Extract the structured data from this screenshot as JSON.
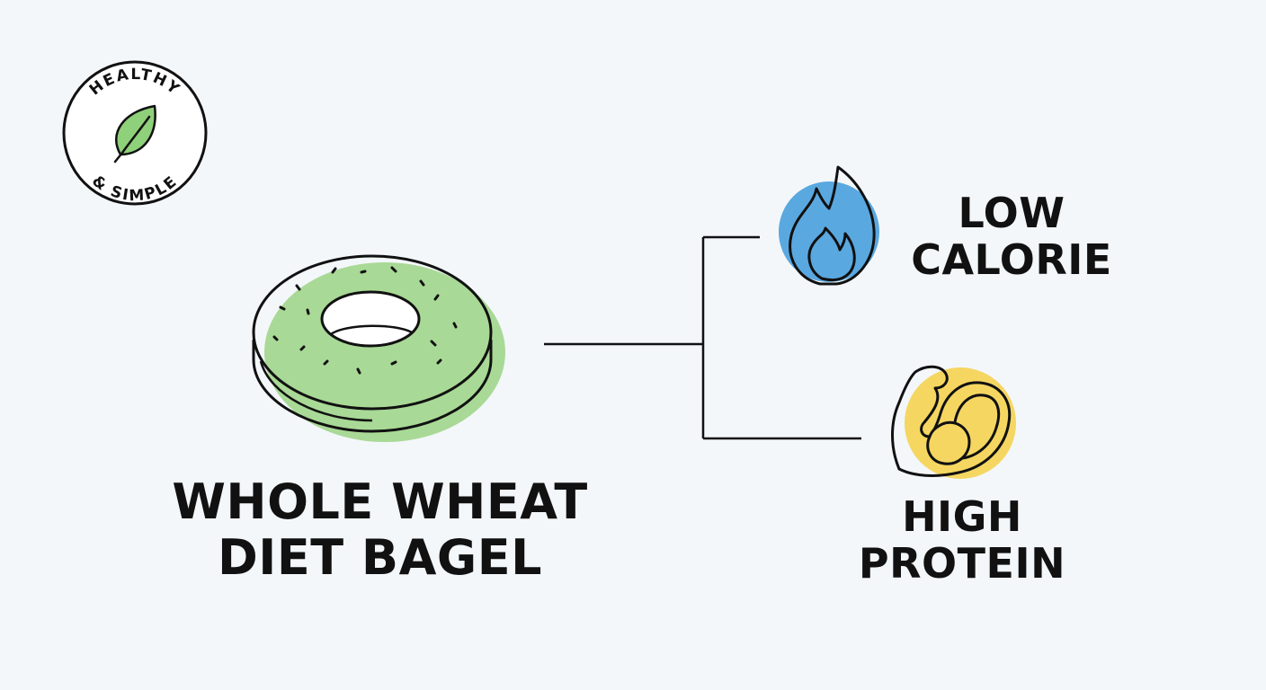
{
  "badge": {
    "top_text": "HEALTHY",
    "bottom_text": "& SIMPLE",
    "icon": "leaf-icon",
    "accent_color": "#8fd07a"
  },
  "product": {
    "title_line_1": "WHOLE WHEAT",
    "title_line_2": "DIET BAGEL",
    "icon": "bagel-icon",
    "accent_color": "#a9d996"
  },
  "benefits": [
    {
      "line_1": "LOW",
      "line_2": "CALORIE",
      "icon": "flame-icon",
      "accent_color": "#5aa8e0"
    },
    {
      "line_1": "HIGH",
      "line_2": "PROTEIN",
      "icon": "flexed-arm-icon",
      "accent_color": "#f5d661"
    }
  ],
  "colors": {
    "background": "#f3f7fa",
    "ink": "#111111"
  }
}
